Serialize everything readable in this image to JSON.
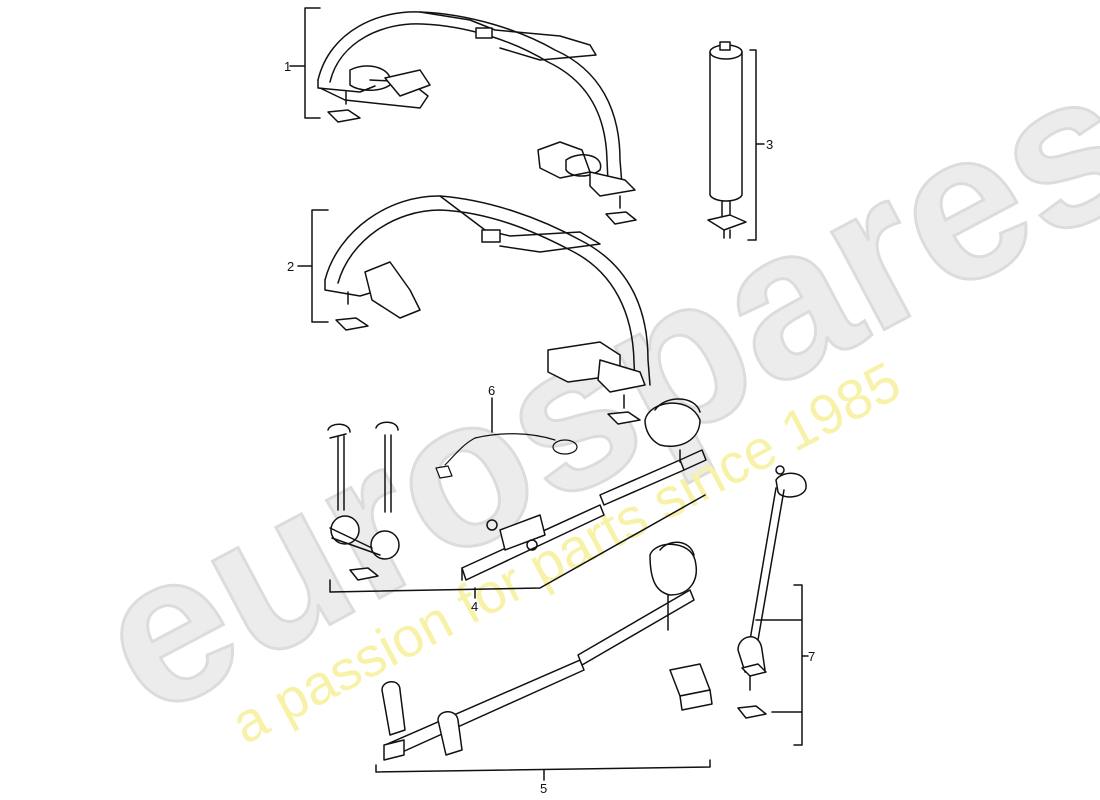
{
  "diagram": {
    "type": "exploded-parts-diagram",
    "callouts": [
      {
        "id": "1",
        "label": "1",
        "part": "upper-strap-holder-with-brackets"
      },
      {
        "id": "2",
        "label": "2",
        "part": "lower-strap-holder-with-brackets"
      },
      {
        "id": "3",
        "label": "3",
        "part": "cylinder-support-with-bolt"
      },
      {
        "id": "4",
        "label": "4",
        "part": "fork-mount-rail-assembly"
      },
      {
        "id": "5",
        "label": "5",
        "part": "wheel-rail-assembly"
      },
      {
        "id": "6",
        "label": "6",
        "part": "security-cable"
      },
      {
        "id": "7",
        "label": "7",
        "part": "support-arm-with-clamp-and-plate"
      }
    ]
  },
  "watermark": {
    "brand": "eurospares",
    "tagline": "a passion for parts since 1985",
    "brand_color": "#e8e8e8",
    "tagline_color": "#f5f0a0"
  }
}
